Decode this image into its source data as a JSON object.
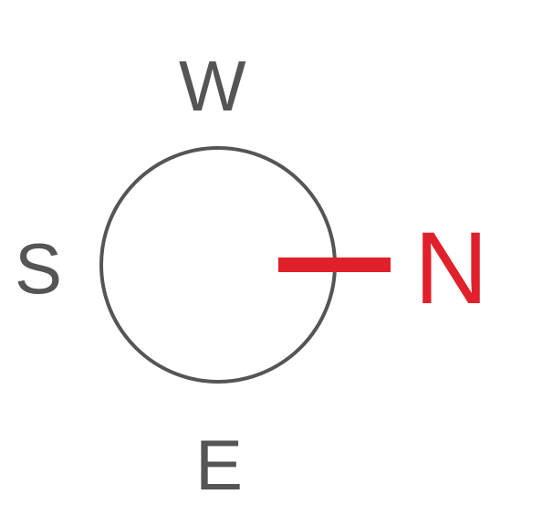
{
  "compass": {
    "labels": {
      "west": "W",
      "south": "S",
      "east": "E",
      "north": "N"
    },
    "colors": {
      "ring": "#555555",
      "label_text": "#555555",
      "north_accent": "#e0202a"
    }
  }
}
